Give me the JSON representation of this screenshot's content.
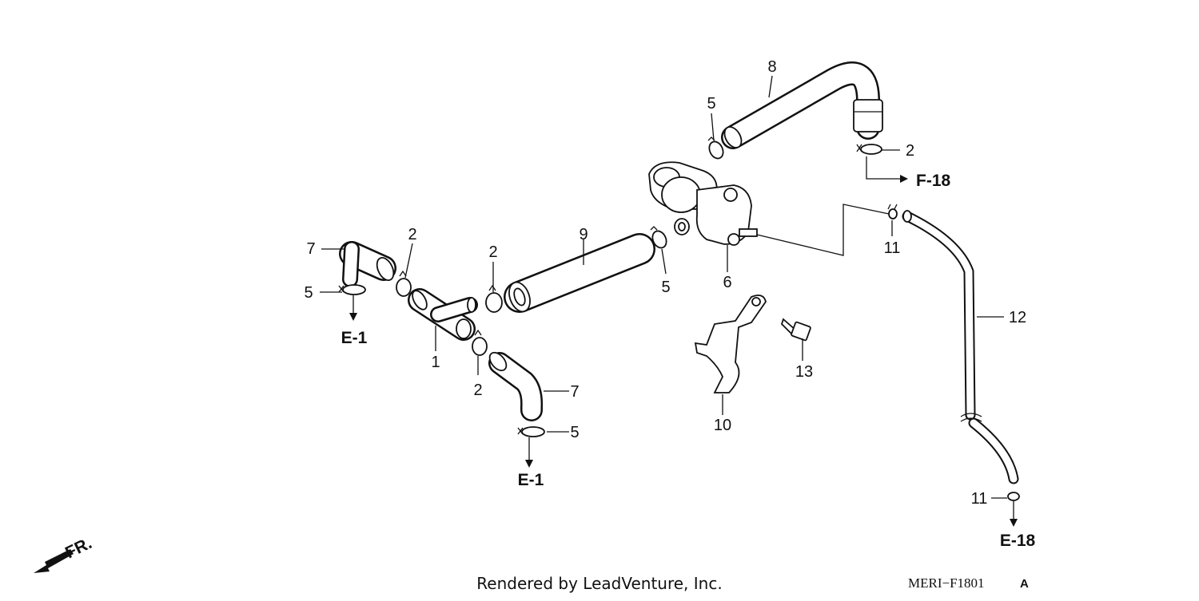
{
  "callouts": {
    "c1": "1",
    "c2a": "2",
    "c2b": "2",
    "c2c": "2",
    "c2d": "2",
    "c5a": "5",
    "c5b": "5",
    "c5c": "5",
    "c5d": "5",
    "c6": "6",
    "c7a": "7",
    "c7b": "7",
    "c8": "8",
    "c9": "9",
    "c10": "10",
    "c11a": "11",
    "c11b": "11",
    "c12": "12",
    "c13": "13"
  },
  "refs": {
    "e1_left": "E-1",
    "e1_bottom": "E-1",
    "f18": "F-18",
    "e18": "E-18"
  },
  "direction_label": "FR.",
  "footer": {
    "rendered_by": "Rendered by LeadVenture, Inc.",
    "diagram_code": "MERI−F1801",
    "diagram_suffix": "A"
  }
}
